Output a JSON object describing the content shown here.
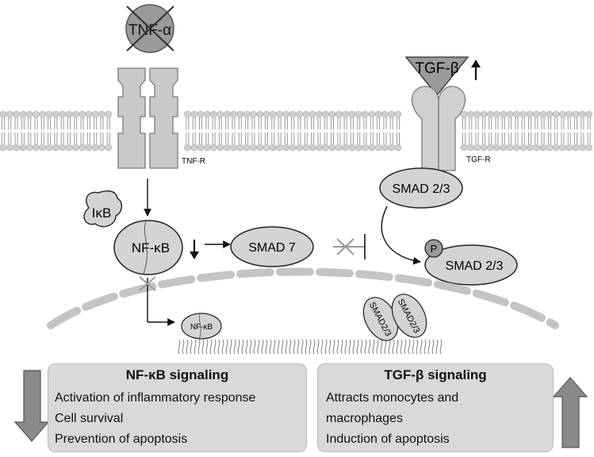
{
  "ligands": {
    "tnf": "TNF-α",
    "tgf": "TGF-β"
  },
  "receptors": {
    "tnf": "TNF-R",
    "tgf": "TGF-R"
  },
  "molecules": {
    "ikb": "IκB",
    "nfkb": "NF-κB",
    "smad7": "SMAD 7",
    "smad23_receptor": "SMAD 2/3",
    "phospho": "P",
    "smad23_phospho": "SMAD 2/3",
    "nfkb_nuclear": "NF-κB",
    "smad23_nuclear_1": "SMAD2/3",
    "smad23_nuclear_2": "SMAD2/3"
  },
  "panels": {
    "left": {
      "title": "NF-κB signaling",
      "items": [
        "Activation of inflammatory response",
        "Cell survival",
        "Prevention of apoptosis"
      ]
    },
    "right": {
      "title": "TGF-β signaling",
      "items": [
        "Attracts monocytes and",
        "macrophages",
        "Induction of apoptosis"
      ]
    }
  },
  "indicators": {
    "tnf_blocked": true,
    "tgf_level": "up",
    "nfkb_level": "down",
    "nfkb_signaling": "down",
    "tgf_signaling": "up"
  },
  "colors": {
    "membrane_head": "#cfcfcf",
    "protein_fill": "#d4d4d4",
    "dark_arrow": "#8a8a8a",
    "panel_fill": "#d9d9d9"
  }
}
